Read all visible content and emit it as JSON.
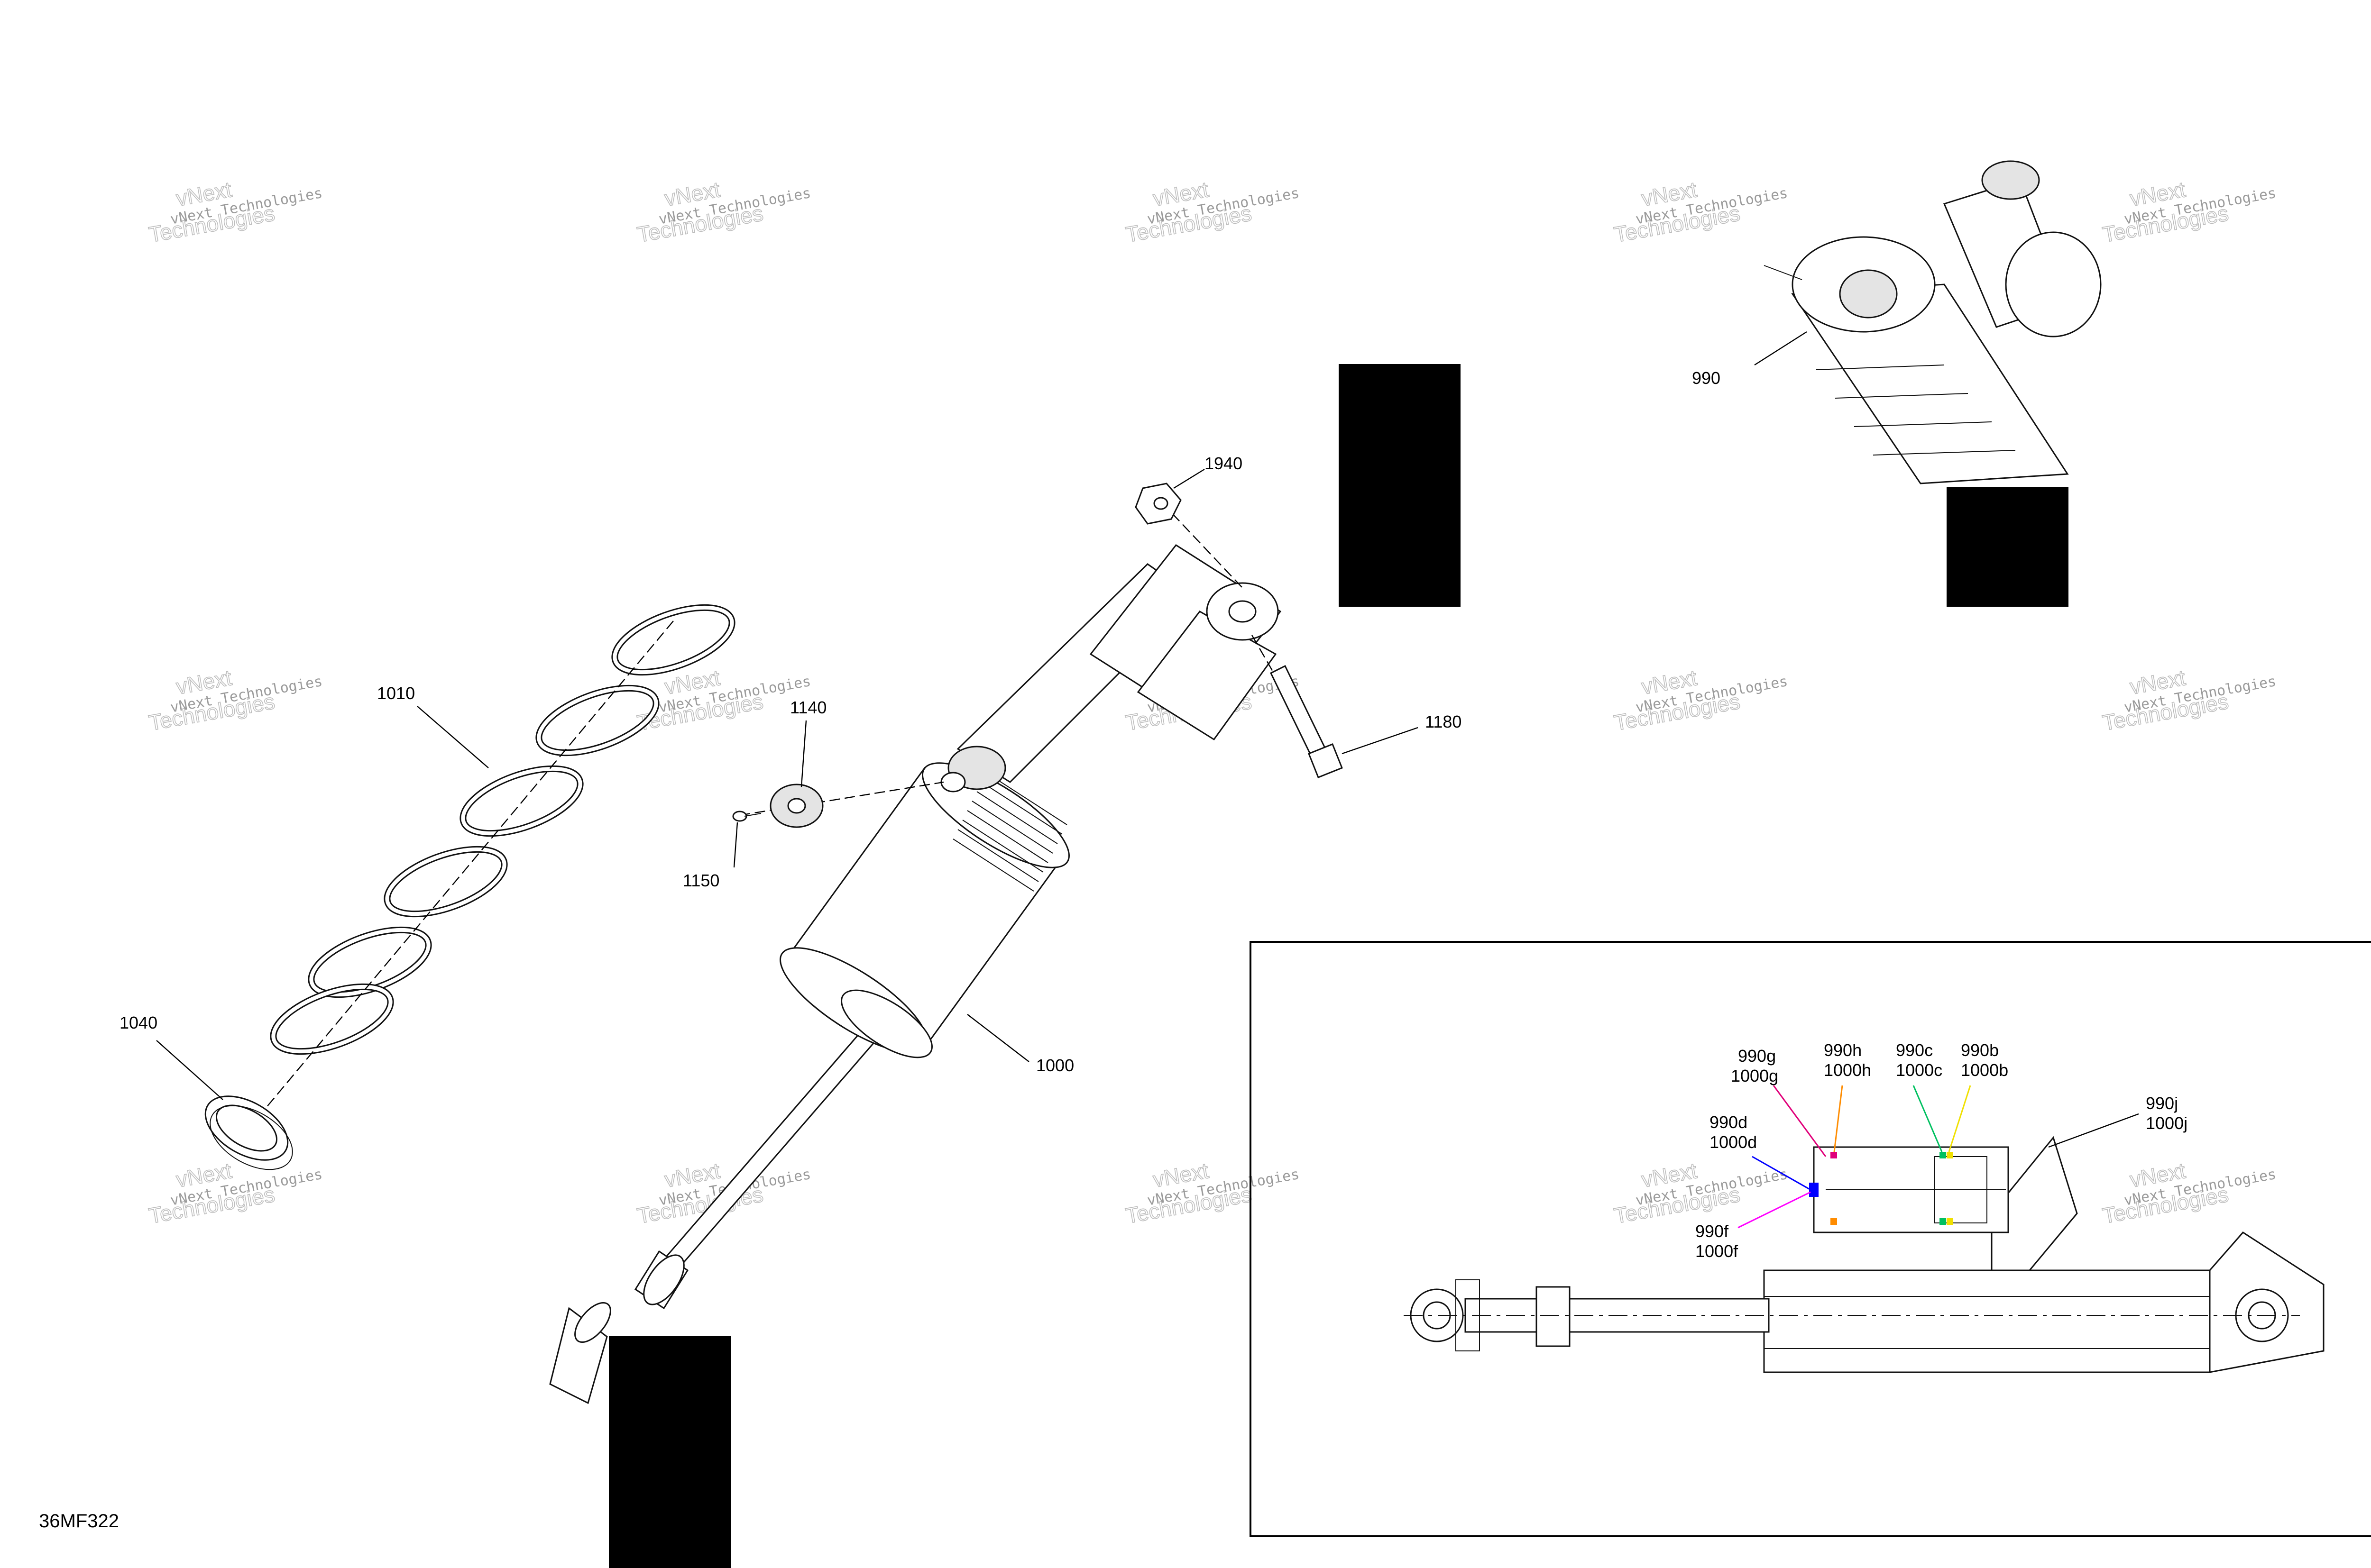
{
  "figure": {
    "code": "36MF322",
    "watermark": {
      "line1": "vNext Technologies",
      "line2": "vNext",
      "line3": "Technologies"
    }
  },
  "callouts": {
    "p990": "990",
    "p1000": "1000",
    "p1010": "1010",
    "p1040": "1040",
    "p1140": "1140",
    "p1150": "1150",
    "p1180": "1180",
    "p1940": "1940"
  },
  "inset": {
    "labels": {
      "g_a": "990g",
      "g_b": "1000g",
      "h_a": "990h",
      "h_b": "1000h",
      "c_a": "990c",
      "c_b": "1000c",
      "b_a": "990b",
      "b_b": "1000b",
      "d_a": "990d",
      "d_b": "1000d",
      "f_a": "990f",
      "f_b": "1000f",
      "j_a": "990j",
      "j_b": "1000j"
    },
    "leader_colors": {
      "g": "#e0007a",
      "h": "#ff8c00",
      "c": "#00c060",
      "b": "#f0e000",
      "d": "#0000ff",
      "f": "#ff00ff",
      "j": "#000000"
    }
  }
}
